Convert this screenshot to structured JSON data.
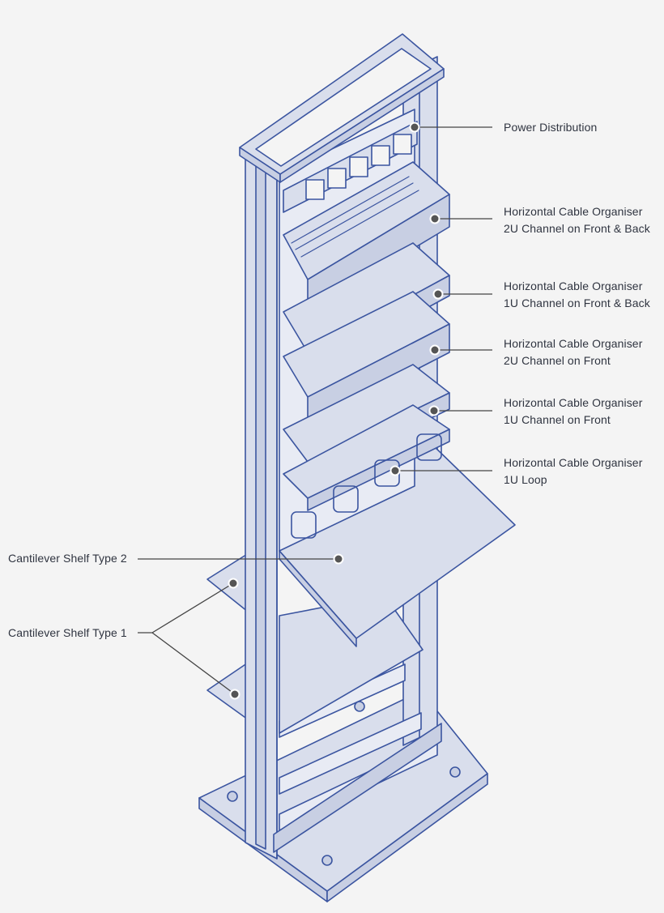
{
  "colors": {
    "background": "#f4f4f4",
    "line": "#3b55a0",
    "fill": "#d9deec",
    "fill_light": "#e8ebf4",
    "leader": "#444444",
    "text": "#2f3440"
  },
  "callouts": [
    {
      "id": "power-distribution",
      "lines": [
        "Power Distribution"
      ]
    },
    {
      "id": "hco-2u-front-back",
      "lines": [
        "Horizontal Cable Organiser",
        "2U Channel on Front & Back"
      ]
    },
    {
      "id": "hco-1u-front-back",
      "lines": [
        "Horizontal Cable Organiser",
        "1U Channel on Front & Back"
      ]
    },
    {
      "id": "hco-2u-front",
      "lines": [
        "Horizontal Cable Organiser",
        "2U Channel on Front"
      ]
    },
    {
      "id": "hco-1u-front",
      "lines": [
        "Horizontal Cable Organiser",
        "1U Channel on Front"
      ]
    },
    {
      "id": "hco-1u-loop",
      "lines": [
        "Horizontal Cable Organiser",
        "1U Loop"
      ]
    },
    {
      "id": "cantilever-shelf-type-2",
      "lines": [
        "Cantilever Shelf Type 2"
      ]
    },
    {
      "id": "cantilever-shelf-type-1",
      "lines": [
        "Cantilever Shelf Type 1"
      ]
    }
  ]
}
